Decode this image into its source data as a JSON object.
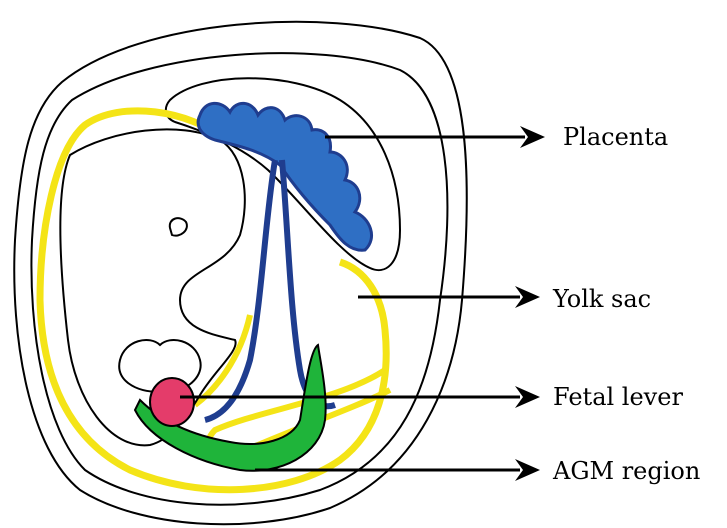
{
  "labels": {
    "placenta": "Placenta",
    "yolk_sac": "Yolk sac",
    "fetal_liver": "Fetal lever",
    "agm_region": "AGM region"
  },
  "colors": {
    "outline": "#000000",
    "placenta": "#2f6fc4",
    "vessels": "#1f3d8f",
    "yolk": "#f4e417",
    "liver": "#e43c6a",
    "agm": "#1fb43a"
  }
}
